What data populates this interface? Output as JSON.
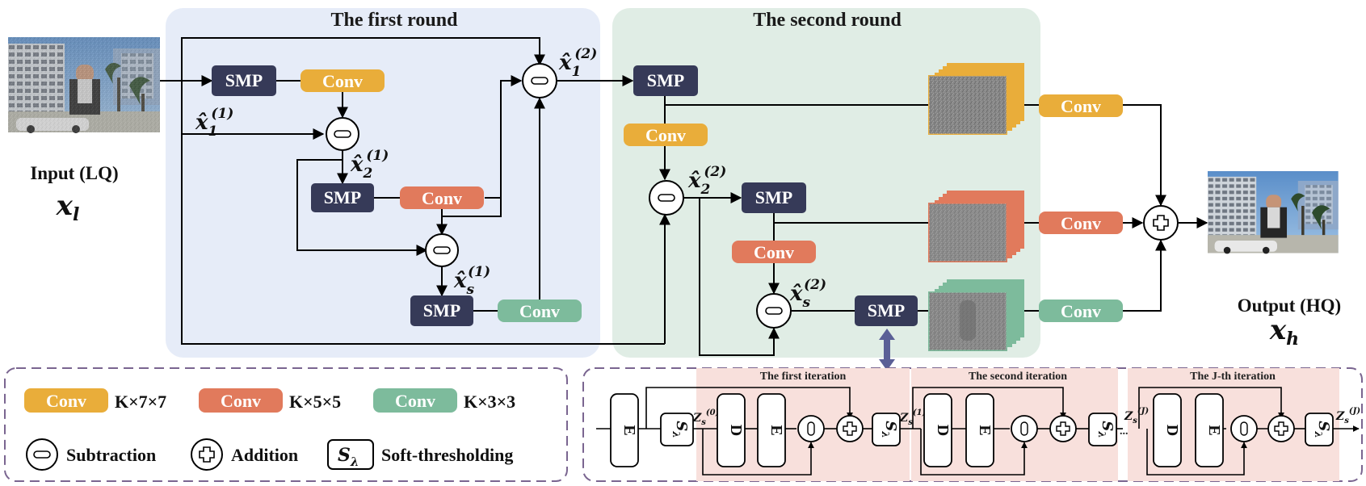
{
  "rounds": {
    "first": "The first round",
    "second": "The second round"
  },
  "io": {
    "input_label": "Input (LQ)",
    "input_var": "x",
    "input_sub": "l",
    "output_label": "Output (HQ)",
    "output_var": "x",
    "output_sub": "h"
  },
  "blocks": {
    "smp": "SMP",
    "conv": "Conv",
    "e": "E",
    "d": "D",
    "s_lambda": "S",
    "lambda": "λ"
  },
  "variables": {
    "x_hat": "x̂",
    "sup1": "(1)",
    "sup2": "(2)",
    "sub1": "1",
    "sub2": "2",
    "subs": "s"
  },
  "iterations": {
    "first": "The first iteration",
    "second": "The second iteration",
    "jth": "The J-th iteration",
    "z": "Z",
    "zs": "s",
    "z0": "(0)",
    "z1": "(1)",
    "zj": "(J)",
    "dots": "..."
  },
  "legend": {
    "conv": "Conv",
    "k7": "K×7×7",
    "k5": "K×5×5",
    "k3": "K×3×3",
    "subtraction": "Subtraction",
    "addition": "Addition",
    "soft": "Soft-thresholding"
  },
  "colors": {
    "smp": "#363a58",
    "conv7": "#e9ad3a",
    "conv5": "#e17a5c",
    "conv3": "#7dbb9c",
    "round1_bg": "#e6ecf8",
    "round2_bg": "#e0ede5",
    "iter_bg": "#f8e0dc",
    "dash": "#7a6590",
    "double_arrow": "#5a5f96"
  },
  "icons": [
    "minus-circle-icon",
    "plus-circle-icon",
    "double-arrow-icon"
  ]
}
